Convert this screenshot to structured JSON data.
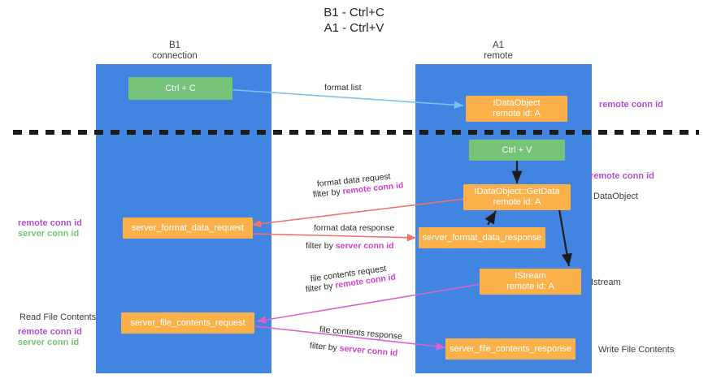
{
  "title": {
    "line1": "B1 - Ctrl+C",
    "line2": "A1 - Ctrl+V"
  },
  "lanes": [
    {
      "id": "b1",
      "name": "B1",
      "subtitle": "connection",
      "color": "#4285e0"
    },
    {
      "id": "a1",
      "name": "A1",
      "subtitle": "remote",
      "color": "#4285e0"
    }
  ],
  "nodes": {
    "ctrl_c": {
      "label": "Ctrl + C",
      "color": "#76c37a"
    },
    "idataobject": {
      "line1": "IDataObject",
      "line2": "remote id: A",
      "color": "#fbb04a"
    },
    "ctrl_v": {
      "label": "Ctrl + V",
      "color": "#76c37a"
    },
    "getdata": {
      "line1": "IDataObject::GetData",
      "line2": "remote id: A",
      "color": "#fbb04a"
    },
    "server_format_data_request": {
      "label": "server_format_data_request",
      "color": "#fbb04a"
    },
    "server_format_data_response": {
      "label": "server_format_data_response",
      "color": "#fbb04a"
    },
    "istream": {
      "line1": "IStream",
      "line2": "remote id: A",
      "color": "#fbb04a"
    },
    "server_file_contents_request": {
      "label": "server_file_contents_request",
      "color": "#fbb04a"
    },
    "server_file_contents_response": {
      "label": "server_file_contents_response",
      "color": "#fbb04a"
    }
  },
  "edges": {
    "format_list": {
      "label": "format list"
    },
    "format_data_request": {
      "label": "format data request",
      "filter_prefix": "filter by ",
      "filter_key": "remote conn id"
    },
    "format_data_response": {
      "label": "format data response",
      "filter_prefix": "filter by ",
      "filter_key": "server conn id"
    },
    "file_contents_request": {
      "label": "file contents request",
      "filter_prefix": "filter by ",
      "filter_key": "remote conn id"
    },
    "file_contents_response": {
      "label": "file contents response",
      "filter_prefix": "filter by ",
      "filter_key": "server conn id"
    }
  },
  "annotations": {
    "right_remote_conn_top": "remote conn id",
    "right_remote_conn_mid": "remote conn id",
    "right_dataobject": "DataObject",
    "right_istream": "Istream",
    "right_write_file_contents": "Write File Contents",
    "left_remote_conn": "remote conn id",
    "left_server_conn": "server conn id",
    "left_read_file_contents": "Read File Contents",
    "left_remote_conn_2": "remote conn id",
    "left_server_conn_2": "server conn id"
  },
  "colors": {
    "lane": "#4285e0",
    "green": "#76c37a",
    "orange": "#fbb04a",
    "purple": "#b24fd0",
    "divider": "#1c1c1c",
    "arrow_blue": "#7ec0ee",
    "arrow_red": "#f4736a",
    "arrow_pink": "#e05fd0",
    "arrow_dark": "#1c1c1c"
  }
}
